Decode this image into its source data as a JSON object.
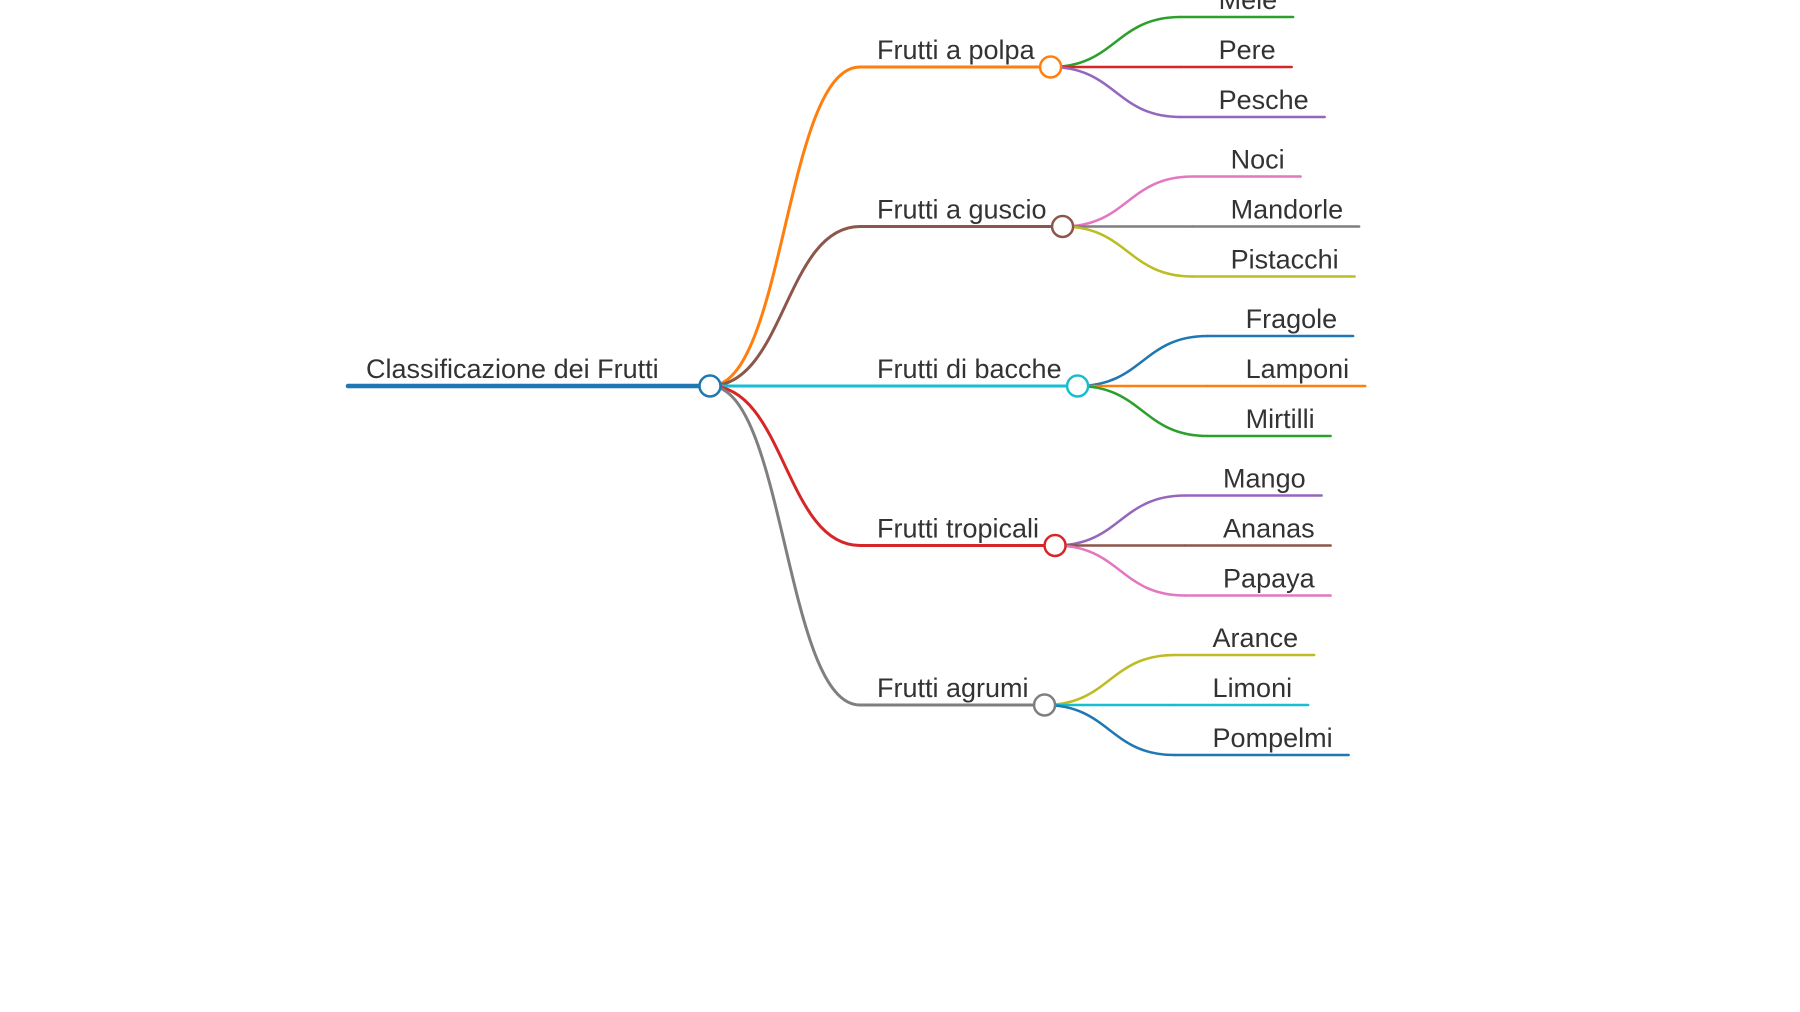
{
  "mindmap": {
    "root": {
      "label": "Classificazione dei Frutti",
      "color": "#1f77b4",
      "children": [
        {
          "label": "Frutti a polpa",
          "color": "#ff7f0e",
          "children": [
            {
              "label": "Mele",
              "color": "#2ca02c"
            },
            {
              "label": "Pere",
              "color": "#d62728"
            },
            {
              "label": "Pesche",
              "color": "#9467bd"
            }
          ]
        },
        {
          "label": "Frutti a guscio",
          "color": "#8c564b",
          "children": [
            {
              "label": "Noci",
              "color": "#e377c2"
            },
            {
              "label": "Mandorle",
              "color": "#7f7f7f"
            },
            {
              "label": "Pistacchi",
              "color": "#bcbd22"
            }
          ]
        },
        {
          "label": "Frutti di bacche",
          "color": "#17becf",
          "children": [
            {
              "label": "Fragole",
              "color": "#1f77b4"
            },
            {
              "label": "Lamponi",
              "color": "#ff7f0e"
            },
            {
              "label": "Mirtilli",
              "color": "#2ca02c"
            }
          ]
        },
        {
          "label": "Frutti tropicali",
          "color": "#d62728",
          "children": [
            {
              "label": "Mango",
              "color": "#9467bd"
            },
            {
              "label": "Ananas",
              "color": "#8c564b"
            },
            {
              "label": "Papaya",
              "color": "#e377c2"
            }
          ]
        },
        {
          "label": "Frutti agrumi",
          "color": "#7f7f7f",
          "children": [
            {
              "label": "Arance",
              "color": "#bcbd22"
            },
            {
              "label": "Limoni",
              "color": "#17becf"
            },
            {
              "label": "Pompelmi",
              "color": "#1f77b4"
            }
          ]
        }
      ]
    }
  }
}
